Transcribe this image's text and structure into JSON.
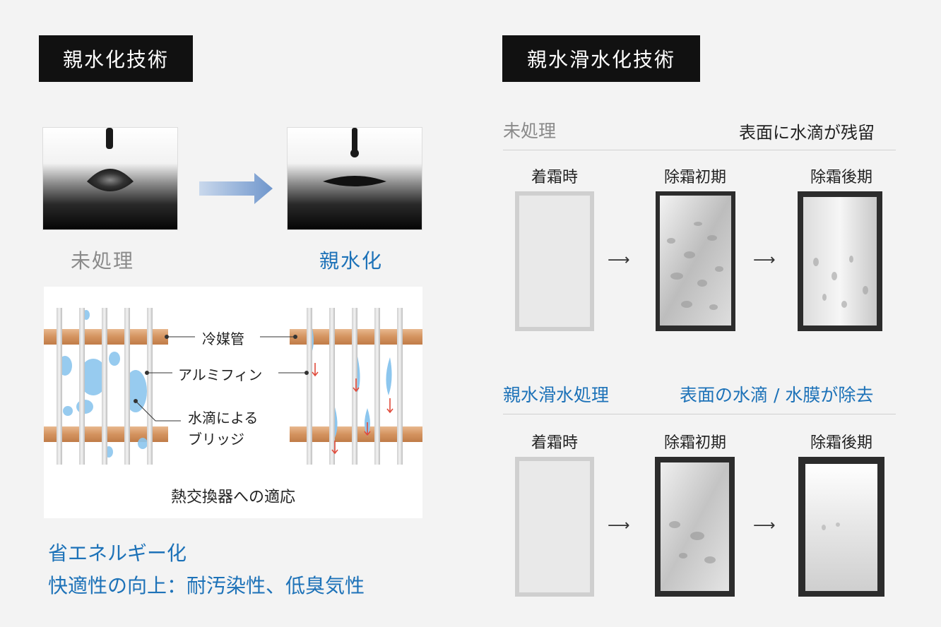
{
  "left": {
    "title": "親水化技術",
    "untreated_label": "未処理",
    "treated_label": "親水化",
    "diagram": {
      "refrigerant_pipe": "冷媒管",
      "aluminum_fin": "アルミフィン",
      "water_bridge_line1": "水滴による",
      "water_bridge_line2": "ブリッジ",
      "caption": "熱交換器への適応"
    },
    "benefit_1": "省エネルギー化",
    "benefit_2": "快適性の向上：耐汚染性、低臭気性"
  },
  "right": {
    "title": "親水滑水化技術",
    "untreated": {
      "label": "未処理",
      "result": "表面に水滴が残留",
      "stages": [
        "着霜時",
        "除霜初期",
        "除霜後期"
      ]
    },
    "treated": {
      "label": "親水滑水処理",
      "result": "表面の水滴 / 水膜が除去",
      "stages": [
        "着霜時",
        "除霜初期",
        "除霜後期"
      ]
    },
    "arrow_glyph": "⟶"
  },
  "colors": {
    "accent_blue": "#1d72b8",
    "pipe_copper": "#d9a073",
    "water_blue": "#8cc6ee",
    "flow_red": "#e04a3a"
  }
}
